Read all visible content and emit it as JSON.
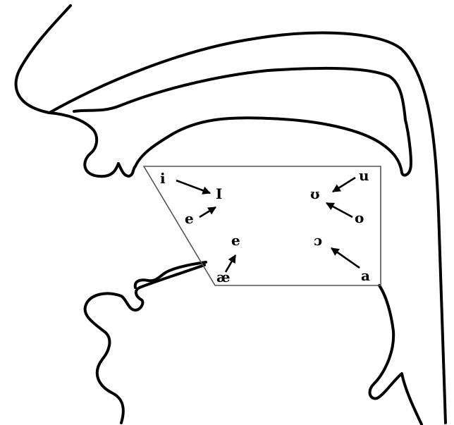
{
  "diagram": {
    "vowels": {
      "i": "i",
      "I": "I",
      "e_front": "e",
      "e_mid": "e",
      "ae": "æ",
      "u": "u",
      "upsilon": "ʊ",
      "o": "o",
      "open_o": "ɔ",
      "a": "a"
    },
    "colors": {
      "outline": "#000000",
      "trapezoid": "#555555"
    }
  }
}
